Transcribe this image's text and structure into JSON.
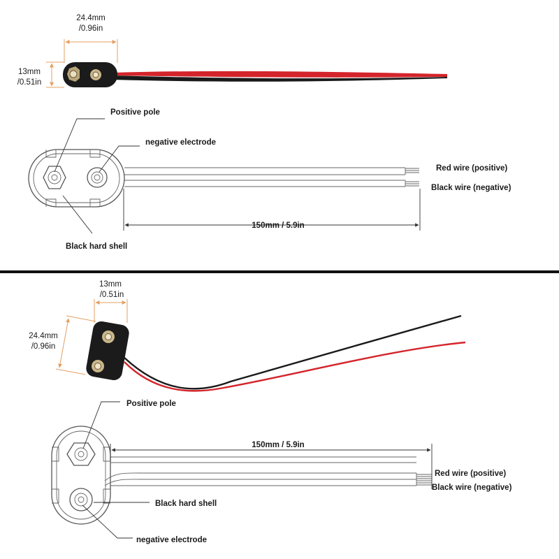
{
  "top": {
    "width_dim": "24.4mm",
    "width_dim_in": "/0.96in",
    "height_dim": "13mm",
    "height_dim_in": "/0.51in",
    "positive_pole": "Positive pole",
    "negative_electrode": "negative electrode",
    "red_wire": "Red wire (positive)",
    "black_wire": "Black wire (negative)",
    "length_dim": "150mm / 5.9in",
    "shell": "Black hard shell"
  },
  "bottom": {
    "width_dim": "13mm",
    "width_dim_in": "/0.51in",
    "height_dim": "24.4mm",
    "height_dim_in": "/0.96in",
    "positive_pole": "Positive pole",
    "length_dim": "150mm / 5.9in",
    "red_wire": "Red wire (positive)",
    "black_wire": "Black wire (negative)",
    "shell": "Black hard shell",
    "negative_electrode": "negative electrode"
  },
  "colors": {
    "red_wire": "#d4242b",
    "black_wire": "#1a1a1a",
    "dimension": "#e3a063",
    "divider": "#111111"
  }
}
